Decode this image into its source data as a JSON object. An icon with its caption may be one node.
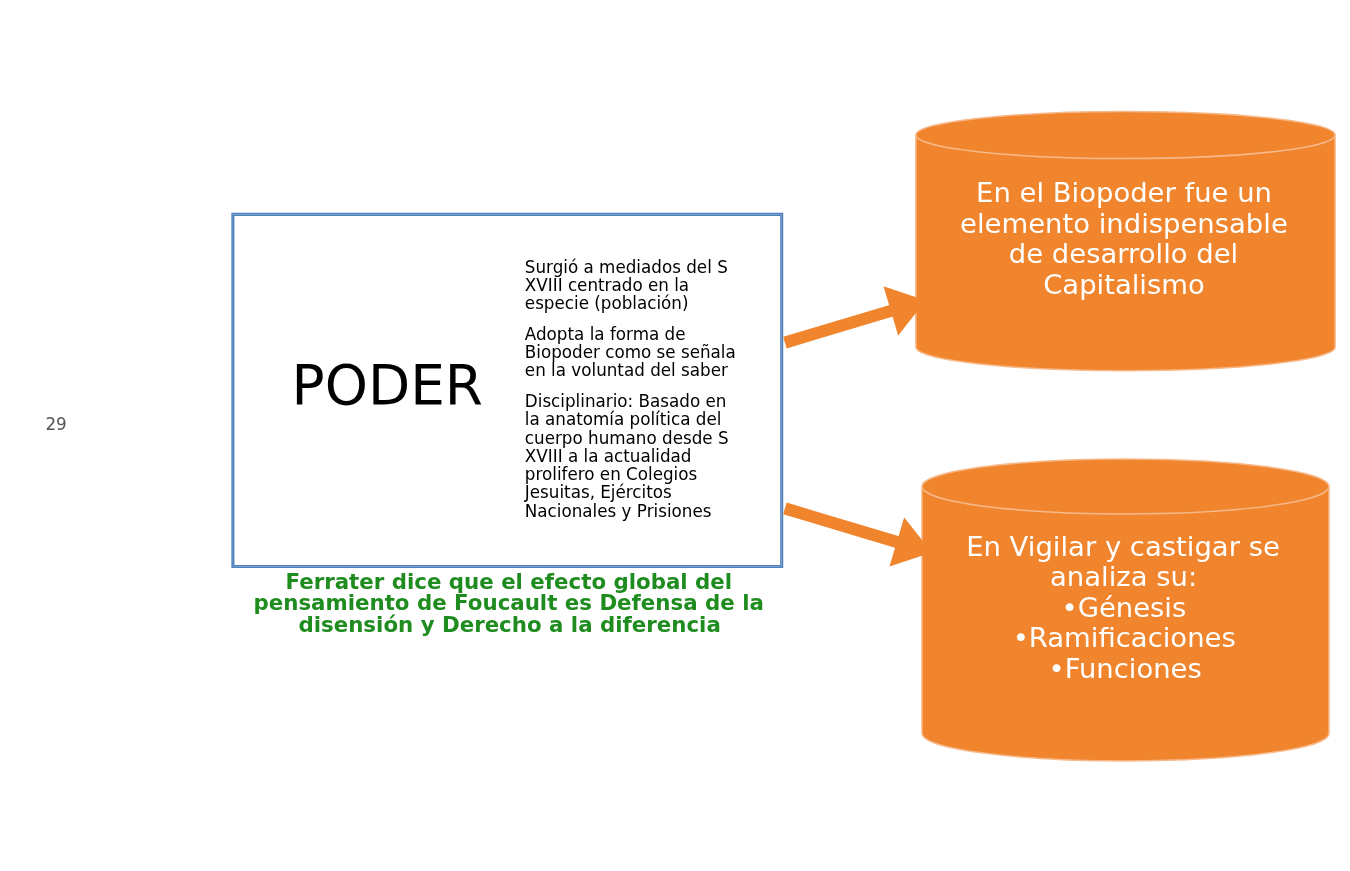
{
  "diagram": {
    "nodes": [
      {
        "text": [
          "PODER",
          "Surgió a mediados del S XVIII centrado en la especie (población)",
          "Adopta la forma de Biopoder como se señala en la voluntad del saber",
          "Disciplinario: Basado en la anatomía política del cuerpo humano desde S XVIII a la actualidad prolifero en Colegios Jesuitas, Ejércitos Nacionales y Prisiones"
        ],
        "beside": [
          "Ferrater dice que el efecto global del pensamiento de Foucault es Defensa de la disensión y Derecho a la diferencia"
        ]
      },
      {
        "text": [
          "En el Biopoder fue un elemento indispensable de desarrollo del Capitalismo"
        ]
      },
      {
        "text": [
          "En Vigilar y castigar se analiza su:",
          "•Génesis",
          "•Ramificaciones",
          "•Funciones"
        ]
      }
    ],
    "edges": [
      {
        "from": 0,
        "to": 1,
        "arrow": "to"
      },
      {
        "from": 0,
        "to": 2,
        "arrow": "to"
      }
    ],
    "labels": [
      "29"
    ]
  }
}
